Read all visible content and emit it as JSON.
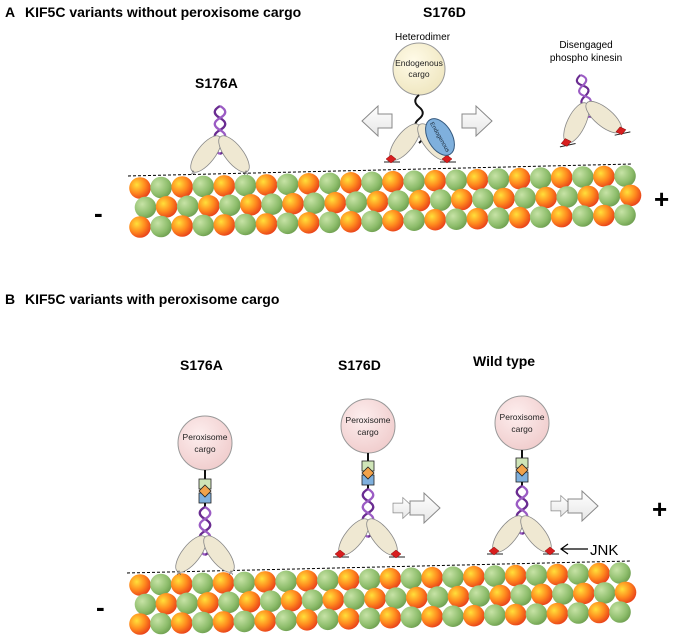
{
  "panel_a": {
    "letter": "A",
    "title": "KIF5C variants without peroxisome cargo",
    "label_s176a": "S176A",
    "label_s176d": "S176D",
    "heterodimer": "Heterodimer",
    "endogenous_cargo_line1": "Endogenous",
    "endogenous_cargo_line2": "cargo",
    "endogenous_adaptor": "Endogenous",
    "disengaged_line1": "Disengaged",
    "disengaged_line2": "phospho kinesin",
    "head_letter": "A",
    "minus": "-",
    "plus": "+"
  },
  "panel_b": {
    "letter": "B",
    "title": "KIF5C variants with peroxisome cargo",
    "label_s176a": "S176A",
    "label_s176d": "S176D",
    "label_wild_type": "Wild type",
    "cargo_line1": "Peroxisome",
    "cargo_line2": "cargo",
    "head_letter": "A",
    "jnk": "JNK",
    "minus": "-",
    "plus": "+"
  },
  "colors": {
    "tubulin_green": "#8fbf6a",
    "tubulin_orange": "#ff7a1a",
    "endogenous_cargo": "#f7f2d8",
    "peroxisome_cargo": "#f7dcdc",
    "kinesin_head": "#efe8d2",
    "coiled_coil": "#6a2c91",
    "adaptor_green": "#cfe5b8",
    "adaptor_orange": "#f2a24a",
    "adaptor_blue": "#7fb0dd",
    "phospho_red": "#d81e1e"
  }
}
